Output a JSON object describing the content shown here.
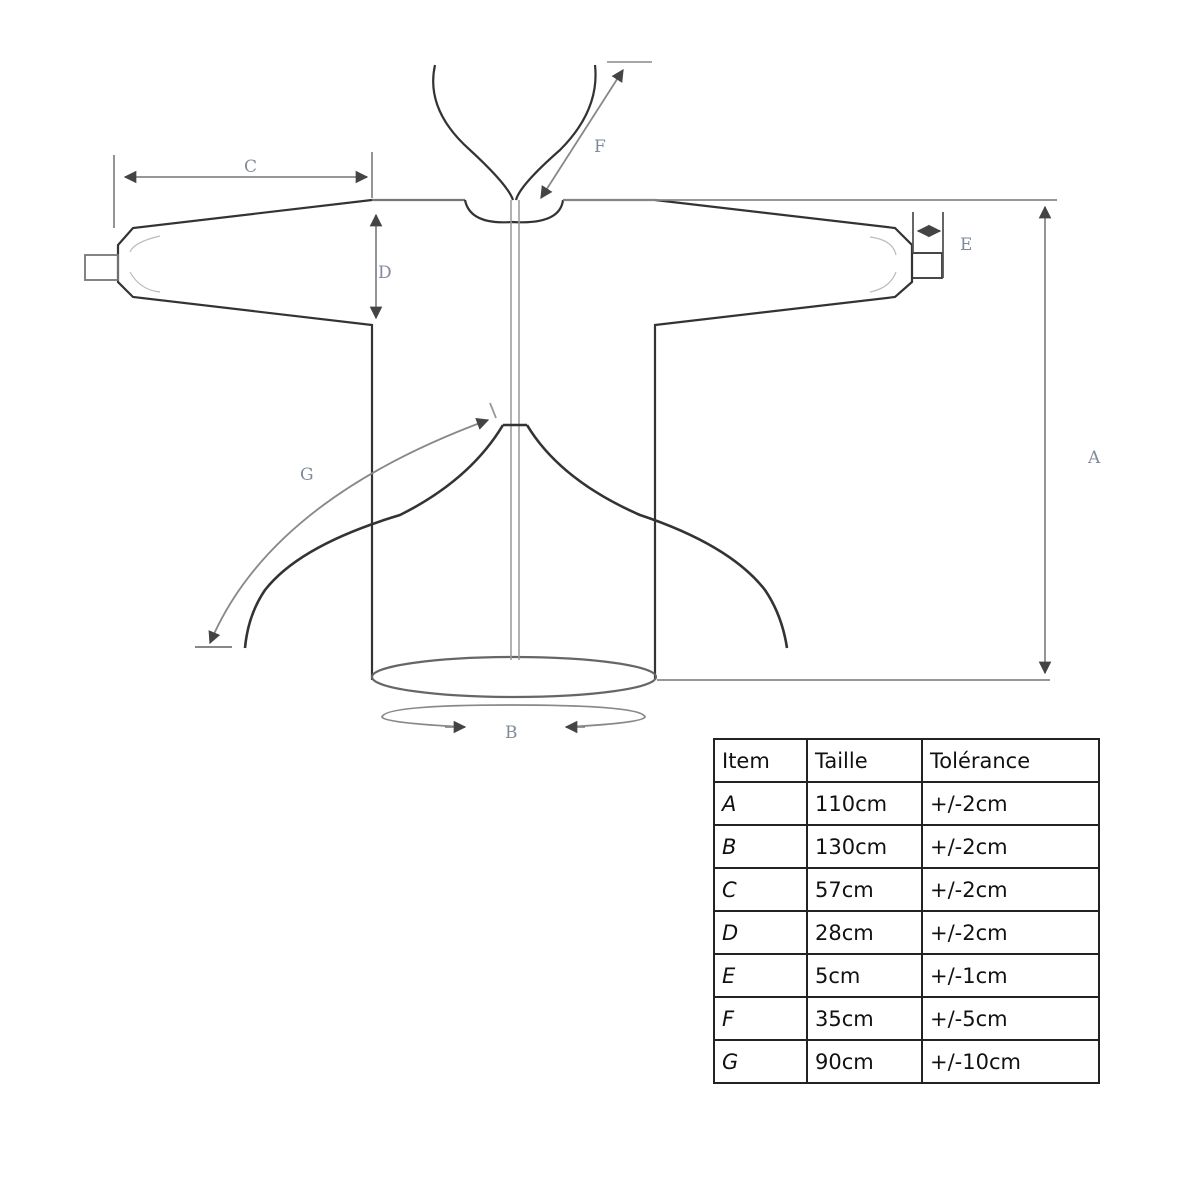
{
  "diagram": {
    "subject": "gown",
    "labels": {
      "A": "A",
      "B": "B",
      "C": "C",
      "D": "D",
      "E": "E",
      "F": "F",
      "G": "G"
    },
    "colors": {
      "outline": "#333333",
      "dimension": "#888888",
      "label": "#7f8a9a"
    }
  },
  "table": {
    "headers": [
      "Item",
      "Taille",
      "Tolérance"
    ],
    "rows": [
      {
        "item": "A",
        "size": "110cm",
        "tolerance": "+/-2cm"
      },
      {
        "item": "B",
        "size": "130cm",
        "tolerance": "+/-2cm"
      },
      {
        "item": "C",
        "size": "57cm",
        "tolerance": "+/-2cm"
      },
      {
        "item": "D",
        "size": "28cm",
        "tolerance": "+/-2cm"
      },
      {
        "item": "E",
        "size": "5cm",
        "tolerance": "+/-1cm"
      },
      {
        "item": "F",
        "size": "35cm",
        "tolerance": "+/-5cm"
      },
      {
        "item": "G",
        "size": "90cm",
        "tolerance": "+/-10cm"
      }
    ]
  }
}
